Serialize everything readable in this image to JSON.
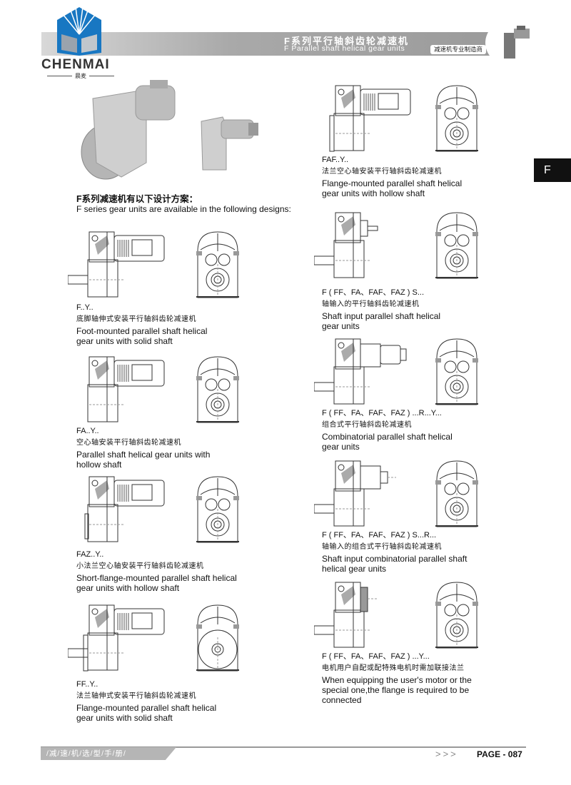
{
  "header": {
    "brand": "CHENMAI",
    "brand_cn": "晨麦",
    "title_cn": "F系列平行轴斜齿轮减速机",
    "title_en": "F Parallel shaft helical gear units",
    "badge": "减速机专业制造商"
  },
  "side_tab": "F",
  "intro": {
    "cn": "F系列减速机有以下设计方案：",
    "en": "F series gear units are available in the following designs:"
  },
  "designs": [
    {
      "code": "F..Y..",
      "cn": "底脚轴伸式安装平行轴斜齿轮减速机",
      "en1": "Foot-mounted parallel shaft helical",
      "en2": "gear units with solid shaft"
    },
    {
      "code": "FA..Y..",
      "cn": "空心轴安装平行轴斜齿轮减速机",
      "en1": "Parallel shaft helical gear units with",
      "en2": "hollow shaft"
    },
    {
      "code": "FAZ..Y..",
      "cn": "小法兰空心轴安装平行轴斜齿轮减速机",
      "en1": "Short-flange-mounted parallel shaft helical",
      "en2": "gear units with hollow shaft"
    },
    {
      "code": "FF..Y..",
      "cn": "法兰轴伸式安装平行轴斜齿轮减速机",
      "en1": "Flange-mounted parallel shaft helical",
      "en2": "gear units with solid shaft"
    },
    {
      "code": "FAF..Y..",
      "cn": "法兰空心轴安装平行轴斜齿轮减速机",
      "en1": "Flange-mounted parallel shaft helical",
      "en2": "gear units with hollow shaft"
    },
    {
      "code": "F ( FF、FA、FAF、FAZ ) S...",
      "cn": "轴输入的平行轴斜齿轮减速机",
      "en1": "Shaft input parallel shaft helical",
      "en2": "gear units"
    },
    {
      "code": "F ( FF、FA、FAF、FAZ ) ...R...Y...",
      "cn": "组合式平行轴斜齿轮减速机",
      "en1": "Combinatorial parallel shaft helical",
      "en2": "gear units"
    },
    {
      "code": "F ( FF、FA、FAF、FAZ ) S...R...",
      "cn": "轴输入的组合式平行轴斜齿轮减速机",
      "en1": "Shaft input combinatorial parallel shaft",
      "en2": "helical gear units"
    },
    {
      "code": "F ( FF、FA、FAF、FAZ ) ...Y...",
      "cn": "电机用户自配或配特殊电机时需加联接法兰",
      "en1": "When equipping the user's motor or the",
      "en2": "special one,the flange is required to be",
      "en3": "connected"
    }
  ],
  "footer": {
    "manual": "/减/速/机/选/型/手/册/",
    "arrows": ">>>",
    "page": "PAGE - 087"
  }
}
